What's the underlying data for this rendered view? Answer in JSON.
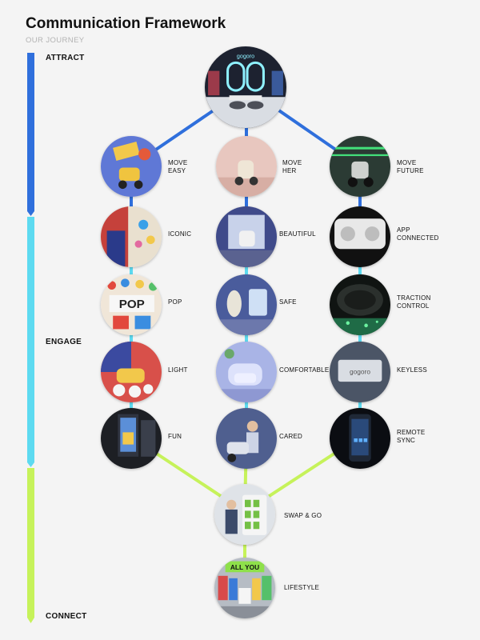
{
  "title": "Communication Framework",
  "subtitle": "OUR JOURNEY",
  "phases": {
    "attract": "ATTRACT",
    "engage": "ENGAGE",
    "connect": "CONNECT"
  },
  "colors": {
    "attract": "#2f6fdc",
    "engage": "#5ddaf0",
    "connect": "#c6f25a"
  },
  "nodes": {
    "hero": {
      "label": "",
      "photo": "neon gogoro logo showroom with scooters"
    },
    "move_easy": {
      "label": "MOVE\nEASY",
      "photo": "yellow scooter with colorful shapes"
    },
    "move_her": {
      "label": "MOVE\nHER",
      "photo": "cream scooter in pink room"
    },
    "move_future": {
      "label": "MOVE\nFUTURE",
      "photo": "scooter with green lights"
    },
    "iconic": {
      "label": "ICONIC",
      "photo": "rider with colorful poster"
    },
    "beautiful": {
      "label": "BEAUTIFUL",
      "photo": "gogoro store display"
    },
    "app_connected": {
      "label": "APP\nCONNECTED",
      "photo": "scooter dashboard closeup"
    },
    "pop": {
      "label": "POP",
      "photo": "POP sign wall"
    },
    "safe": {
      "label": "SAFE",
      "photo": "blue displays"
    },
    "traction_control": {
      "label": "TRACTION\nCONTROL",
      "photo": "tire with green sparks"
    },
    "light": {
      "label": "LIGHT",
      "photo": "colorful scooter with balloons"
    },
    "comfortable": {
      "label": "COMFORTABLE",
      "photo": "lavender armchair"
    },
    "keyless": {
      "label": "KEYLESS",
      "photo": "gogoro key card"
    },
    "fun": {
      "label": "FUN",
      "photo": "digital screen"
    },
    "cared": {
      "label": "CARED",
      "photo": "technician servicing scooter"
    },
    "remote_sync": {
      "label": "REMOTE\nSYNC",
      "photo": "phone app screen"
    },
    "swap_go": {
      "label": "SWAP & GO",
      "photo": "battery swap station"
    },
    "lifestyle": {
      "label": "LIFESTYLE",
      "photo": "ALL YOU apparel store"
    }
  },
  "hero_logo_text": "gogoro",
  "keyless_card_text": "gogoro",
  "pop_sign_text": "POP",
  "lifestyle_sign_text": "ALL YOU"
}
